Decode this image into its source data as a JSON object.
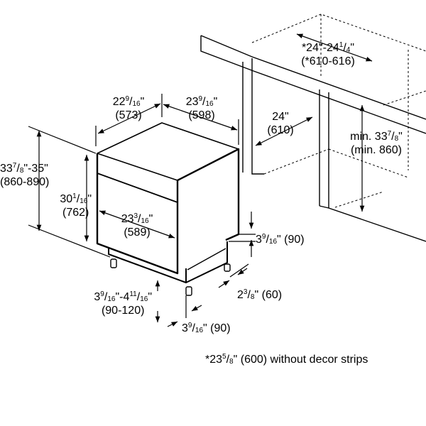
{
  "dimensions": {
    "depth": {
      "whole": "22",
      "num": "9",
      "den": "16",
      "unit": "\"",
      "metric": "(573)"
    },
    "width": {
      "whole": "23",
      "num": "9",
      "den": "16",
      "unit": "\"",
      "metric": "(598)"
    },
    "height_range": {
      "a_whole": "33",
      "a_num": "7",
      "a_den": "8",
      "sep": "\"-35\"",
      "metric": "(860-890)"
    },
    "height_body": {
      "whole": "30",
      "num": "1",
      "den": "16",
      "unit": "\"",
      "metric": "(762)"
    },
    "door_width": {
      "whole": "23",
      "num": "3",
      "den": "16",
      "unit": "\"",
      "metric": "(589)"
    },
    "plinth_top": {
      "whole": "3",
      "num": "9",
      "den": "16",
      "unit": "\" (90)"
    },
    "plinth_side": {
      "whole": "2",
      "num": "3",
      "den": "8",
      "unit": "\" (60)"
    },
    "foot_range": {
      "a_whole": "3",
      "a_num": "9",
      "a_den": "16",
      "mid": "\"-4",
      "b_num": "11",
      "b_den": "16",
      "unit": "\"",
      "metric": "(90-120)"
    },
    "foot_front": {
      "whole": "3",
      "num": "9",
      "den": "16",
      "unit": "\" (90)"
    },
    "niche_width": {
      "prefix": "*24\"-24",
      "num": "1",
      "den": "4",
      "unit": "\"",
      "metric": "(*610-616)"
    },
    "niche_depth": {
      "text": "24\"",
      "metric": "(610)"
    },
    "niche_height": {
      "prefix": "min. 33",
      "num": "7",
      "den": "8",
      "unit": "\"",
      "metric": "(min. 860)"
    }
  },
  "footnote": {
    "prefix": "*23",
    "num": "5",
    "den": "8",
    "rest": "\" (600) without decor strips"
  }
}
